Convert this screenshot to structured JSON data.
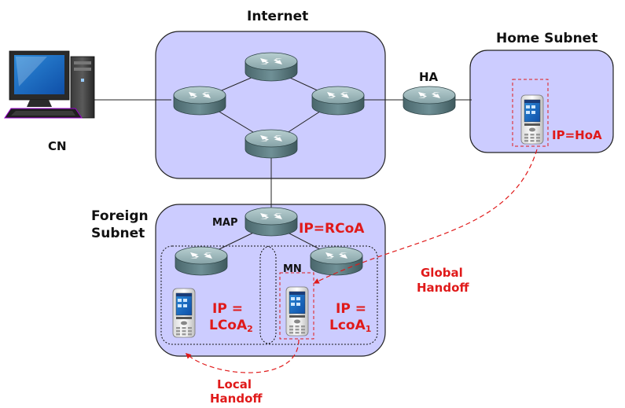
{
  "regions": {
    "internet": "Internet",
    "home_subnet": "Home Subnet",
    "foreign_subnet_line1": "Foreign",
    "foreign_subnet_line2": "Subnet"
  },
  "nodes": {
    "cn": "CN",
    "ha": "HA",
    "map": "MAP",
    "mn": "MN"
  },
  "addresses": {
    "home": "IP=HoA",
    "regional": "IP=RCoA",
    "lcoa2_line1": "IP =",
    "lcoa2_line2_main": "LCoA",
    "lcoa2_line2_sub": "2",
    "lcoa1_line1": "IP =",
    "lcoa1_line2_main": "LcoA",
    "lcoa1_line2_sub": "1"
  },
  "handoffs": {
    "global_line1": "Global",
    "global_line2": "Handoff",
    "local_line1": "Local",
    "local_line2": "Handoff"
  },
  "colors": {
    "region_fill": "#ccccff",
    "region_stroke": "#222222",
    "router_body": "#5e7f84",
    "router_top": "#9cb7ba",
    "accent_red": "#e01a1a",
    "text": "#111111"
  },
  "icons": {
    "router": "router-icon",
    "computer": "desktop-computer-icon",
    "phone": "mobile-phone-icon"
  }
}
